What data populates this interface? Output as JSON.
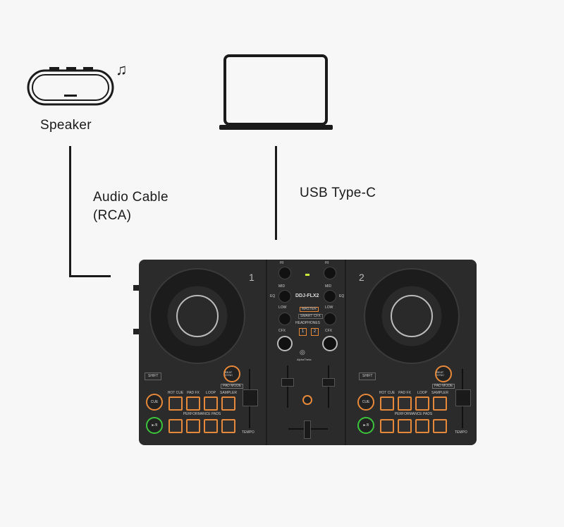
{
  "speaker": {
    "label": "Speaker"
  },
  "laptop": {},
  "cables": {
    "audio": "Audio Cable\n(RCA)",
    "audio_line1": "Audio Cable",
    "audio_line2": "(RCA)",
    "usb": "USB Type-C"
  },
  "controller": {
    "model": "DDJ-FLX2",
    "brand": "AlphaTheta",
    "deck1": "1",
    "deck2": "2",
    "mixer": {
      "hi": "HI",
      "mid": "MID",
      "low": "LOW",
      "cfx": "CFX",
      "eq": "EQ",
      "master": "MASTER",
      "smart_cfx": "SMART CFX",
      "headphones": "HEADPHONES",
      "hp1": "1",
      "hp2": "2"
    },
    "deck": {
      "shift": "SHIFT",
      "beat_sync": "BEAT SYNC",
      "pad_mode": "PAD MODE",
      "hot_cue": "HOT CUE",
      "pad_fx": "PAD FX",
      "loop": "LOOP",
      "sampler": "SAMPLER",
      "performance_pads": "PERFORMANCE PADS",
      "cue": "CUE",
      "play": "►/II",
      "tempo": "TEMPO"
    }
  },
  "colors": {
    "accent": "#e6893a",
    "play": "#3cc43c",
    "ink": "#1a1a1a"
  }
}
